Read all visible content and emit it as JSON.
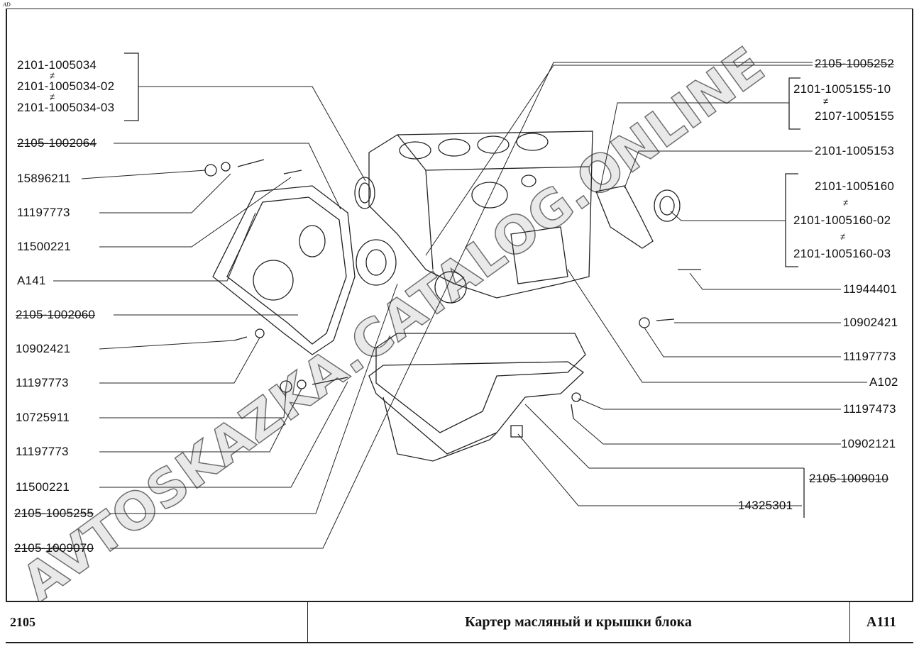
{
  "corner_mark": "AD",
  "watermark": "AVTOSKAZKA.CATALOG.ONLINE",
  "neq": "≠",
  "left_labels": {
    "g1": [
      "2101-1005034",
      "2101-1005034-02",
      "2101-1005034-03"
    ],
    "l2": "2105-1002064",
    "l3": "15896211",
    "l4": "11197773",
    "l5": "11500221",
    "l6": "A141",
    "l7": "2105-1002060",
    "l8": "10902421",
    "l9": "11197773",
    "l10": "10725911",
    "l11": "11197773",
    "l12": "11500221",
    "l13": "2105-1005255",
    "l14": "2105-1009070"
  },
  "right_labels": {
    "r1": "2105-1005252",
    "g2": [
      "2101-1005155-10",
      "2107-1005155"
    ],
    "r3": "2101-1005153",
    "g3": [
      "2101-1005160",
      "2101-1005160-02",
      "2101-1005160-03"
    ],
    "r5": "11944401",
    "r6": "10902421",
    "r7": "11197773",
    "r8": "A102",
    "r9": "11197473",
    "r10": "10902121",
    "r11": "2105-1009010",
    "r12": "14325301"
  },
  "title_block": {
    "model": "2105",
    "title": "Картер масляный и крышки блока",
    "code": "A111"
  }
}
